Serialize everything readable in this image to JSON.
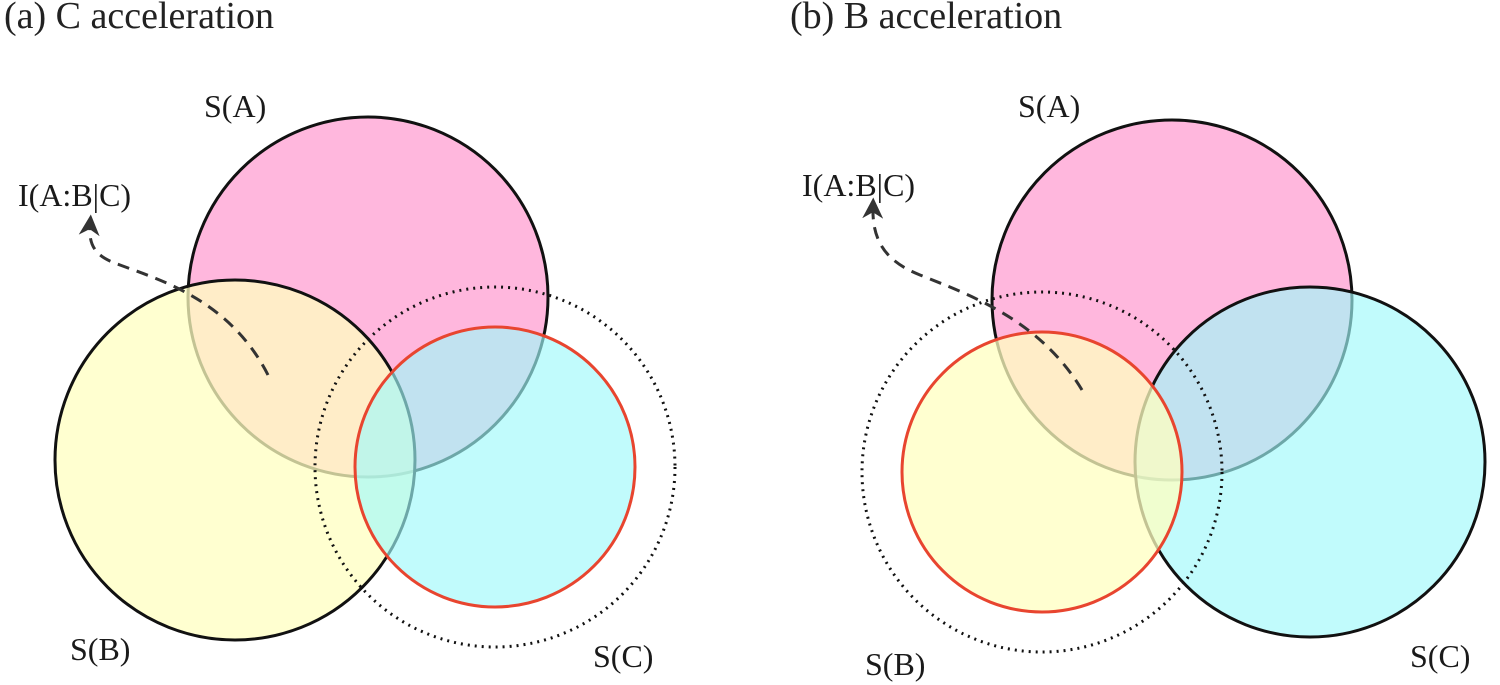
{
  "panels": {
    "a": {
      "title": "(a) C acceleration",
      "labels": {
        "sa": "S(A)",
        "sb": "S(B)",
        "sc": "S(C)",
        "cmi": "I(A:B|C)"
      }
    },
    "b": {
      "title": "(b) B acceleration",
      "labels": {
        "sa": "S(A)",
        "sb": "S(B)",
        "sc": "S(C)",
        "cmi": "I(A:B|C)"
      }
    }
  },
  "colors": {
    "region_a": "#ff9fd2",
    "region_b": "#ffffc0",
    "region_c": "#9ff9fb",
    "outline": "#111111",
    "highlight": "#e8452f",
    "arrow": "#333333"
  }
}
